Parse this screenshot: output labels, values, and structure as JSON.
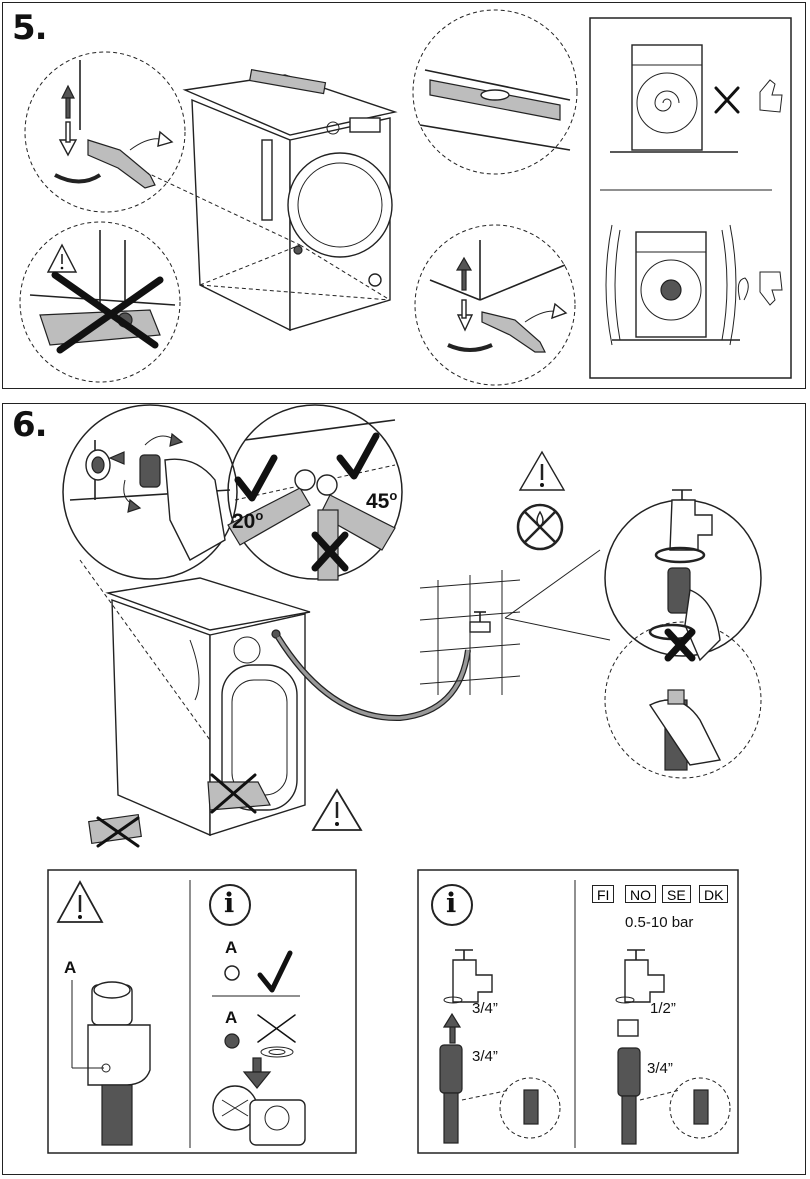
{
  "steps": {
    "step5": {
      "number": "5."
    },
    "step6": {
      "number": "6."
    }
  },
  "angles": {
    "angle_left": "20",
    "angle_right": "45",
    "degree_symbol": "o"
  },
  "marker": {
    "label_a_left": "A",
    "label_a_check": "A",
    "label_a_cross": "A"
  },
  "thread_sizes": {
    "tap_left": "3/4”",
    "hose_left": "3/4”",
    "tap_right": "1/2”",
    "hose_right": "3/4”"
  },
  "countries": [
    "FI",
    "NO",
    "SE",
    "DK"
  ],
  "pressure": "0.5-10 bar",
  "icons": {
    "info": "i",
    "warning": "!"
  },
  "colors": {
    "line": "#222222",
    "hose": "#999999",
    "marker_filled": "#666666"
  }
}
